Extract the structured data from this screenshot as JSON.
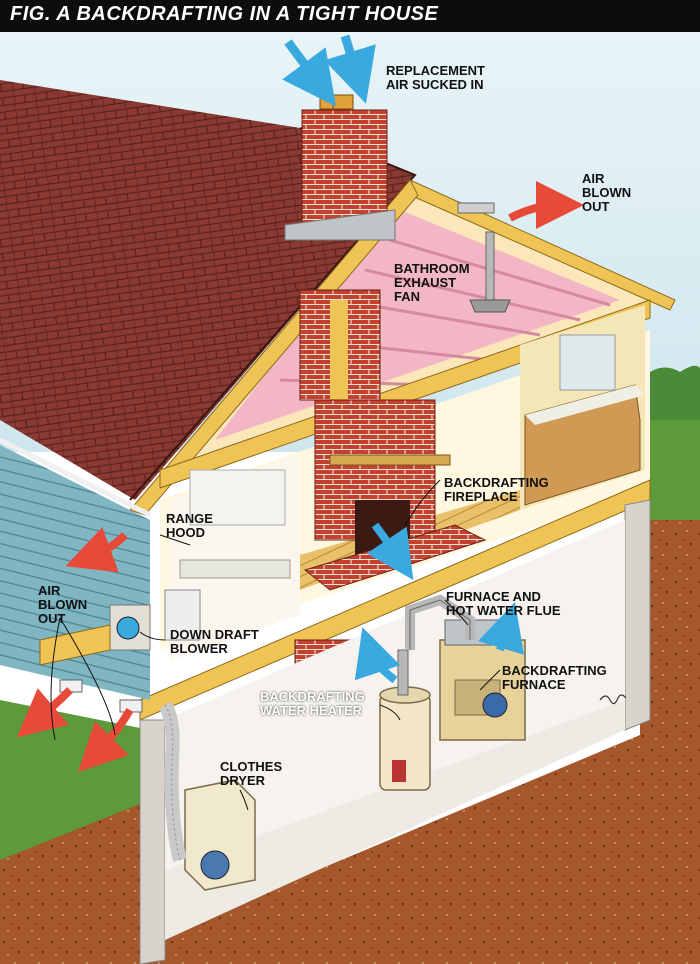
{
  "title": "FIG. A   BACKDRAFTING IN A TIGHT HOUSE",
  "callouts": {
    "replacement_air": "REPLACEMENT\nAIR SUCKED IN",
    "air_blown_out_top": "AIR\nBLOWN\nOUT",
    "bathroom_fan": "BATHROOM\nEXHAUST\nFAN",
    "backdrafting_fireplace": "BACKDRAFTING\nFIREPLACE",
    "range_hood": "RANGE\nHOOD",
    "air_blown_out_left": "AIR\nBLOWN\nOUT",
    "down_draft_blower": "DOWN DRAFT\nBLOWER",
    "furnace_flue": "FURNACE AND\nHOT WATER FLUE",
    "backdrafting_furnace": "BACKDRAFTING\nFURNACE",
    "backdrafting_water_heater": "BACKDRAFTING\nWATER HEATER",
    "clothes_dryer": "CLOTHES\nDRYER"
  },
  "colors": {
    "header": "#0d0d0d",
    "sky": "#cfe6ee",
    "roof": "#8a3a32",
    "brick": "#c2412f",
    "siding": "#7fb6c2",
    "wood": "#f0c454",
    "insulation": "#f2b6c4",
    "dirt": "#a4582c",
    "grass": "#5c9a3a",
    "air_in": "#3aa9e0",
    "air_out": "#e84a3a"
  }
}
